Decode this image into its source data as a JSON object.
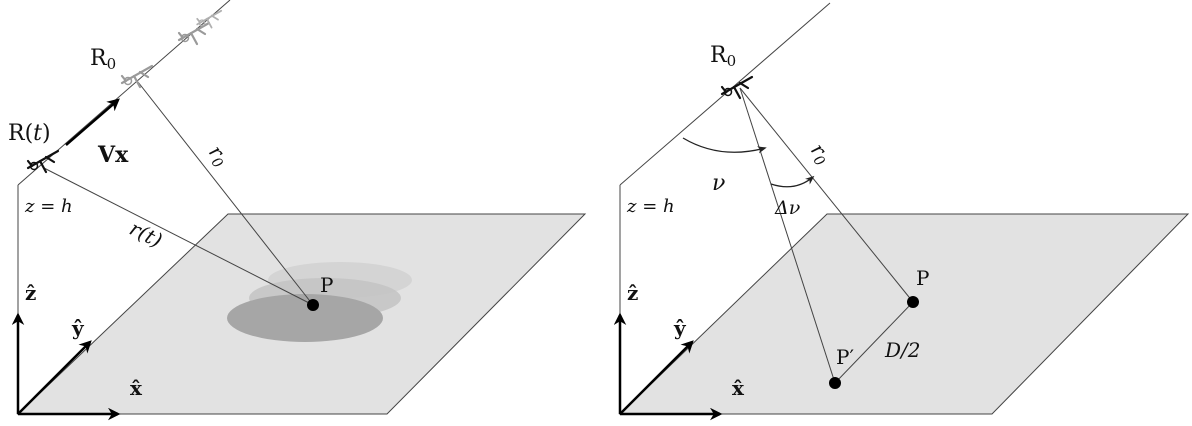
{
  "left_panel": {
    "label_r0_main": "R",
    "label_r0_sub": "0",
    "label_rt": "R(",
    "label_rt_t": "t",
    "label_rt_close": ")",
    "label_vx": "Vx",
    "label_r0dist": "r",
    "label_r0dist_sub": "0",
    "label_rtdist": "r(t)",
    "label_height": "z = h",
    "label_p": "P",
    "axis_z": "ẑ",
    "axis_y": "ŷ",
    "axis_x": "x̂"
  },
  "right_panel": {
    "label_r0_main": "R",
    "label_r0_sub": "0",
    "label_nu": "ν",
    "label_r0dist": "r",
    "label_r0dist_sub": "0",
    "label_dnu": "Δν",
    "label_height": "z = h",
    "label_p": "P",
    "label_pprime": "P′",
    "label_d2": "D/2",
    "axis_z": "ẑ",
    "axis_y": "ŷ",
    "axis_x": "x̂"
  },
  "colors": {
    "plane_fill": "#e2e2e2",
    "line": "#444444",
    "footprint_light": "#d4d4d4",
    "footprint_mid": "#c2c2c2",
    "footprint_dark": "#a6a6a6",
    "aircraft_faded": "#9a9a9a"
  }
}
